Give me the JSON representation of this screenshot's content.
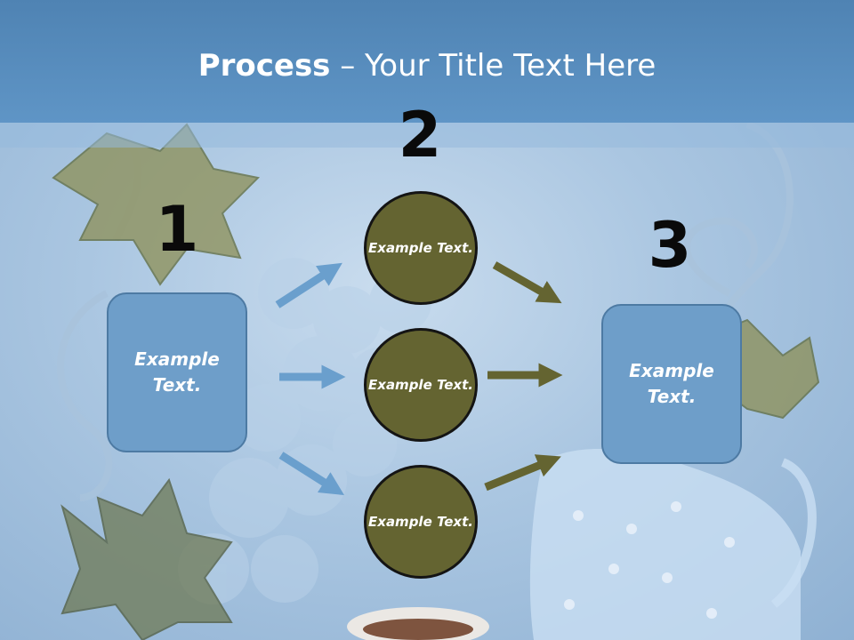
{
  "title": {
    "bold": "Process",
    "rest": " – Your Title Text Here"
  },
  "steps": [
    {
      "number": "1",
      "box_text": "Example Text."
    },
    {
      "number": "2",
      "circles": [
        "Example Text.",
        "Example Text.",
        "Example Text."
      ]
    },
    {
      "number": "3",
      "box_text": "Example Text."
    }
  ],
  "colors": {
    "title_bar": "#5a8fc1",
    "box_fill": "#6e9ec9",
    "circle_fill": "#646431",
    "arrow_blue": "#6a9fcd",
    "arrow_olive": "#646431"
  }
}
